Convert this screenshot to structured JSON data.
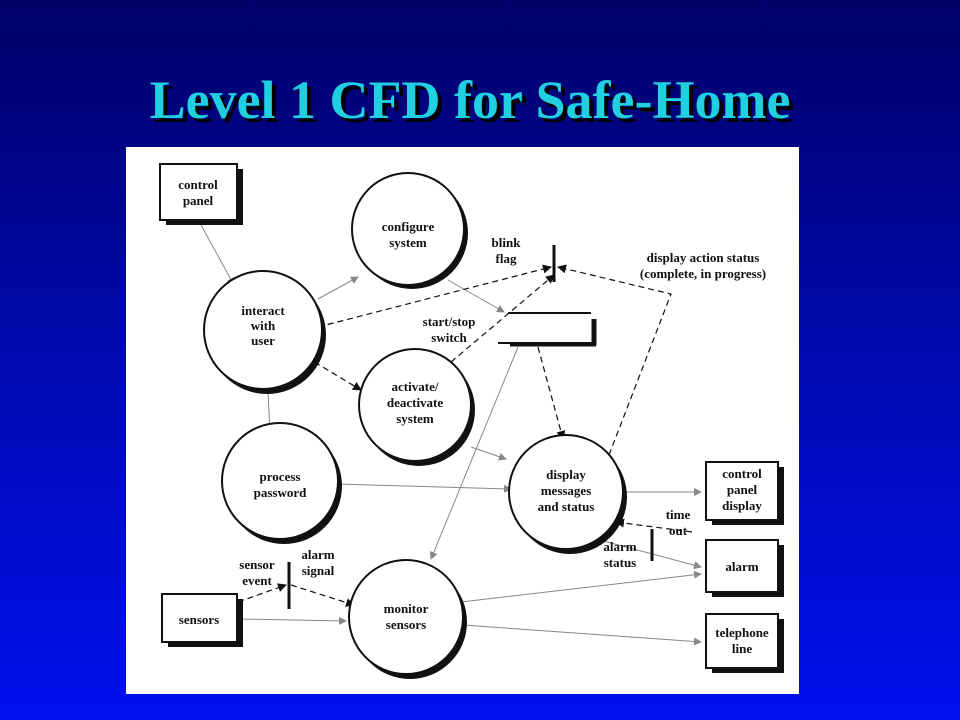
{
  "title": "Level 1 CFD for Safe-Home",
  "colors": {
    "title": "#20d0e0",
    "background_top": "#000066",
    "background_bottom": "#0011ee"
  },
  "diagram": {
    "processes": {
      "configure": [
        "configure",
        "system"
      ],
      "interact": [
        "interact",
        "with",
        "user"
      ],
      "activate": [
        "activate/",
        "deactivate",
        "system"
      ],
      "password": [
        "process",
        "password"
      ],
      "display": [
        "display",
        "messages",
        "and status"
      ],
      "monitor": [
        "monitor",
        "sensors"
      ]
    },
    "entities": {
      "control_panel": [
        "control",
        "panel"
      ],
      "control_panel_display": [
        "control",
        "panel",
        "display"
      ],
      "alarm": [
        "alarm"
      ],
      "telephone_line": [
        "telephone",
        "line"
      ],
      "sensors": [
        "sensors"
      ]
    },
    "labels": {
      "blink_flag": [
        "blink",
        "flag"
      ],
      "display_action_status": [
        "display action status",
        "(complete, in progress)"
      ],
      "start_stop_switch": [
        "start/stop",
        "switch"
      ],
      "sensor_event": [
        "sensor",
        "event"
      ],
      "alarm_signal": [
        "alarm",
        "signal"
      ],
      "alarm_status": [
        "alarm",
        "status"
      ],
      "time_out": [
        "time",
        "out"
      ]
    }
  }
}
